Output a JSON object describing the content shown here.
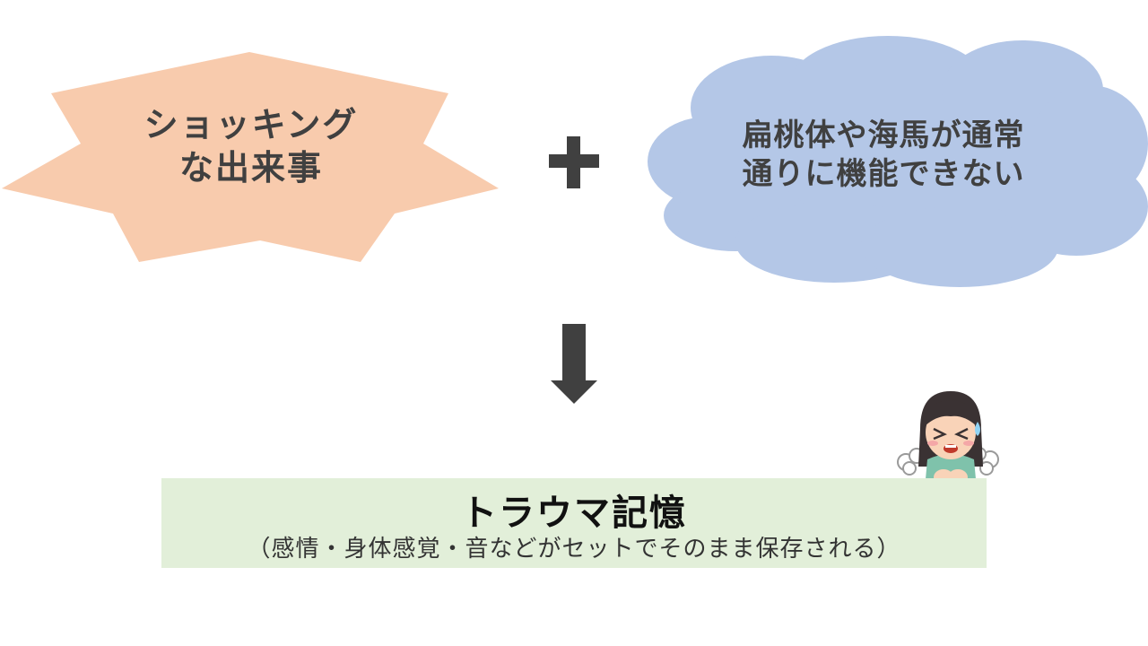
{
  "event_shape": {
    "line1": "ショッキング",
    "line2": "な出来事",
    "fill": "#f8cbad"
  },
  "brain_shape": {
    "line1": "扁桃体や海馬が通常",
    "line2": "通りに機能できない",
    "fill": "#b4c7e7"
  },
  "plus_symbol": {
    "icon": "plus-icon",
    "color": "#404040"
  },
  "down_arrow": {
    "icon": "arrow-down-icon",
    "color": "#404040"
  },
  "result": {
    "title": "トラウマ記憶",
    "subtitle": "（感情・身体感覚・音などがセットでそのまま保存される）",
    "fill": "#e2efd9"
  },
  "illustration": {
    "icon": "distressed-woman-icon"
  }
}
